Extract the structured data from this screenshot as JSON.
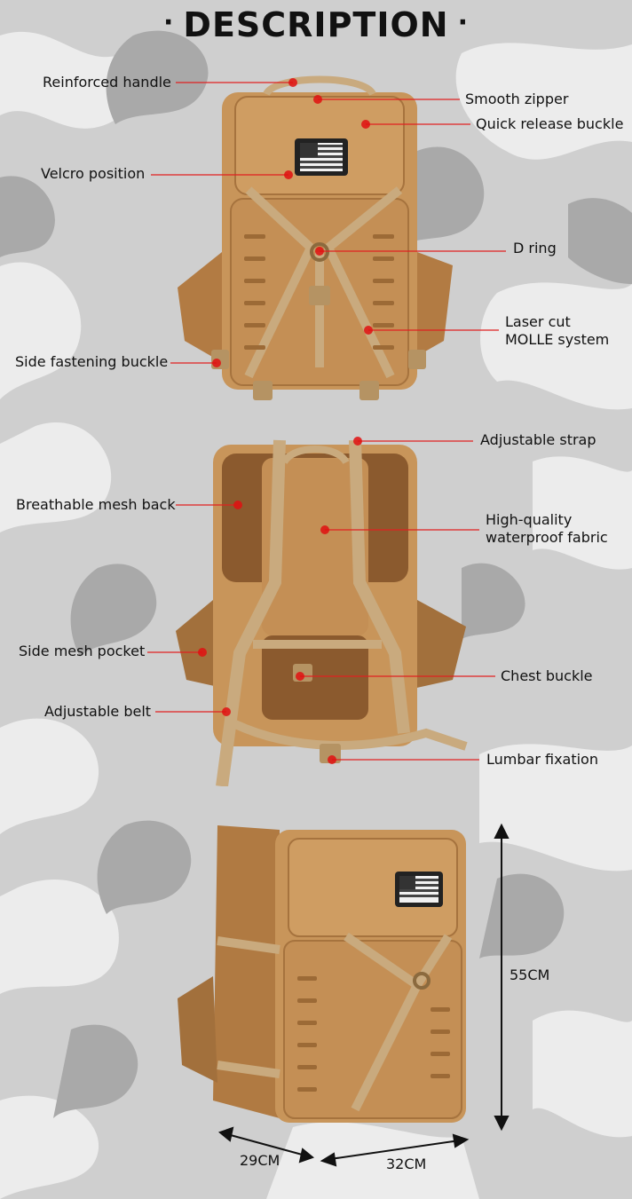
{
  "header": {
    "title": "DESCRIPTION",
    "bullet": "·"
  },
  "front_view": {
    "labels": {
      "reinforced_handle": "Reinforced handle",
      "smooth_zipper": "Smooth zipper",
      "quick_release_buckle": "Quick release buckle",
      "velcro_position": "Velcro position",
      "d_ring": "D ring",
      "laser_cut_line1": "Laser cut",
      "laser_cut_line2": "MOLLE system",
      "side_fastening_buckle": "Side fastening buckle"
    }
  },
  "back_view": {
    "labels": {
      "adjustable_strap": "Adjustable strap",
      "breathable_mesh_back": "Breathable mesh back",
      "waterproof_fabric_line1": "High-quality",
      "waterproof_fabric_line2": "waterproof fabric",
      "side_mesh_pocket": "Side mesh pocket",
      "chest_buckle": "Chest buckle",
      "adjustable_belt": "Adjustable belt",
      "lumbar_fixation": "Lumbar fixation"
    }
  },
  "dimensions": {
    "height": "55CM",
    "depth": "29CM",
    "width": "32CM"
  },
  "colors": {
    "bag_tan": "#c8955a",
    "bag_shadow": "#9c6a36",
    "strap": "#c9aa7e",
    "callout_line": "#e02020",
    "callout_dot": "#e01010",
    "camo_light": "#eeeeee",
    "camo_mid": "#bdbdbd",
    "camo_dark": "#a6a6a6"
  }
}
